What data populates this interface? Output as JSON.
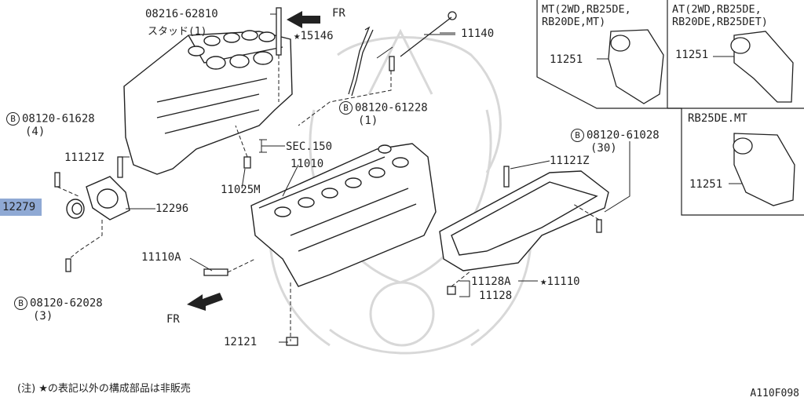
{
  "highlight_color": "#8fa9d4",
  "watermark_color": "#d8d8d8",
  "labels": {
    "stud_part": "08216-62810",
    "stud_name": "スタッド(1)",
    "fr_top": "FR",
    "p15146": "15146",
    "p11140": "11140",
    "bolt_61228": "08120-61228",
    "bolt_61228_qty": "(1)",
    "bolt_61628": "08120-61628",
    "bolt_61628_qty": "(4)",
    "p11121z_left": "11121Z",
    "p11010": "11010",
    "sec150": "SEC.150",
    "p11025m": "11025M",
    "p12279": "12279",
    "p12296": "12296",
    "p11110a": "11110A",
    "bolt_62028": "08120-62028",
    "bolt_62028_qty": "(3)",
    "fr_bottom": "FR",
    "p12121": "12121",
    "bolt_61028": "08120-61028",
    "bolt_61028_qty": "(30)",
    "p11121z_right": "11121Z",
    "p11128a": "11128A",
    "p11110": "11110",
    "p11128": "11128",
    "box_mt_title": "MT(2WD,RB25DE,\nRB20DE,MT)",
    "box_mt_part": "11251",
    "box_at_title": "AT(2WD,RB25DE,\nRB20DE,RB25DET)",
    "box_at_part": "11251",
    "box_rb_title": "RB25DE.MT",
    "box_rb_part": "11251",
    "note": "(注) ★の表記以外の構成部品は非販売",
    "diagram_code": "A110F098",
    "bolt_symbol": "B",
    "star_symbol": "★"
  }
}
